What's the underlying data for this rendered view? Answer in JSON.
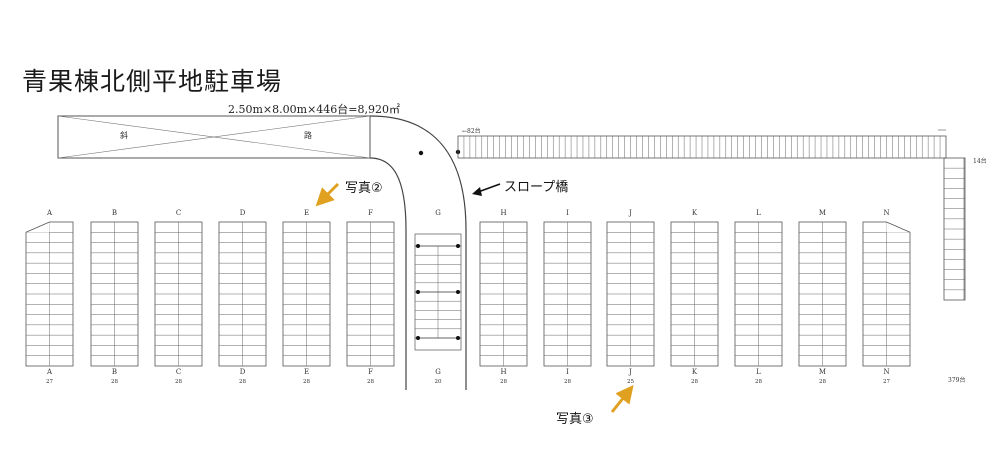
{
  "title": "青果棟北側平地駐車場",
  "formula": "2.50m×8.00m×446台=8,920㎡",
  "ramp_labels": [
    "斜",
    "路"
  ],
  "top_row_label": "←82台",
  "right_col_label": "14台",
  "total_label": "379台",
  "callouts": {
    "photo2": "写真②",
    "photo3": "写真③",
    "slope_bridge": "スロープ橋"
  },
  "blocks": [
    {
      "name": "A",
      "count": "27"
    },
    {
      "name": "B",
      "count": "28"
    },
    {
      "name": "C",
      "count": "28"
    },
    {
      "name": "D",
      "count": "28"
    },
    {
      "name": "E",
      "count": "28"
    },
    {
      "name": "F",
      "count": "28"
    },
    {
      "name": "G",
      "count": "20"
    },
    {
      "name": "H",
      "count": "28"
    },
    {
      "name": "I",
      "count": "28"
    },
    {
      "name": "J",
      "count": "25"
    },
    {
      "name": "K",
      "count": "28"
    },
    {
      "name": "L",
      "count": "28"
    },
    {
      "name": "M",
      "count": "28"
    },
    {
      "name": "N",
      "count": "27"
    }
  ],
  "colors": {
    "line": "#555555",
    "arrow_orange": "#e0a020",
    "arrow_black": "#111111"
  }
}
